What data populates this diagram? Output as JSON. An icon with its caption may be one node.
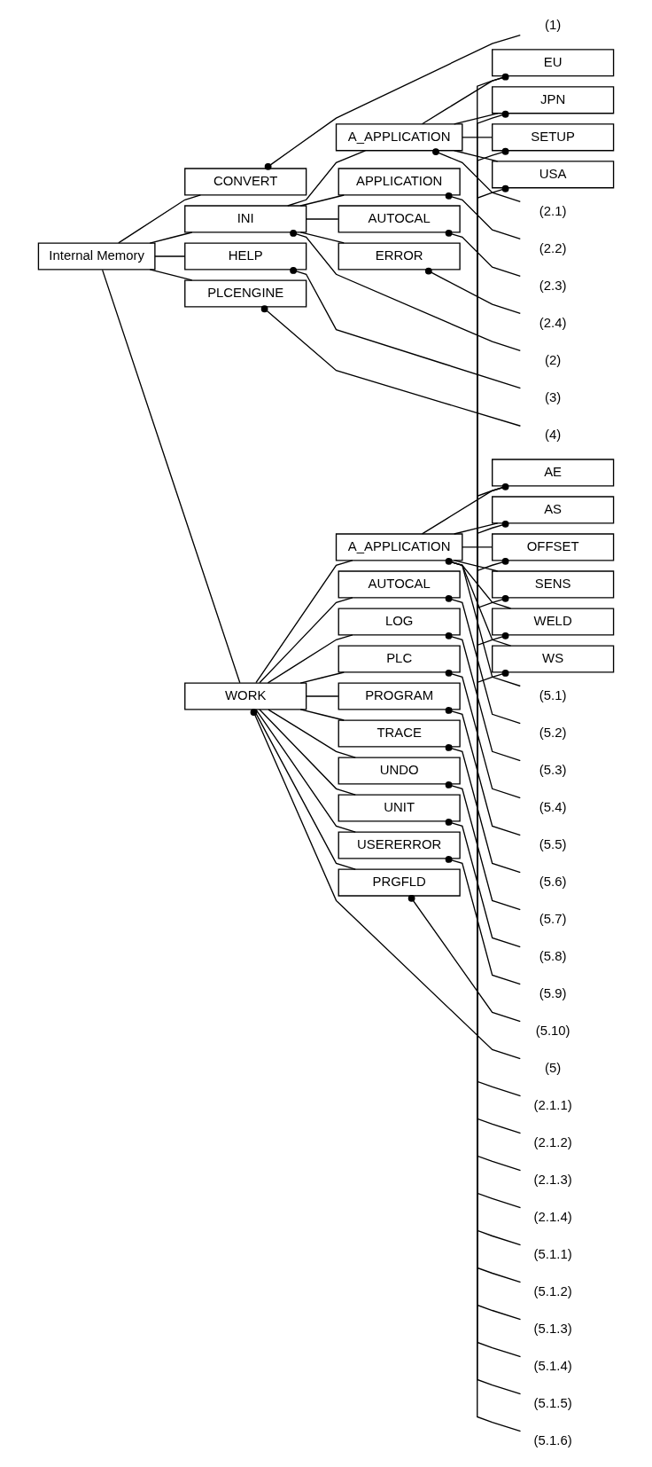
{
  "diagram": {
    "nodes": [
      {
        "text": [
          "Internal Memory"
        ]
      },
      {
        "text": [
          "CONVERT"
        ]
      },
      {
        "text": [
          "(1)"
        ]
      },
      {
        "text": [
          "INI"
        ]
      },
      {
        "text": [
          "(2)"
        ]
      },
      {
        "text": [
          "A_APPLICATION"
        ]
      },
      {
        "text": [
          "(2.1)"
        ]
      },
      {
        "text": [
          "EU"
        ]
      },
      {
        "text": [
          "(2.1.1)"
        ]
      },
      {
        "text": [
          "JPN"
        ]
      },
      {
        "text": [
          "(2.1.2)"
        ]
      },
      {
        "text": [
          "SETUP"
        ]
      },
      {
        "text": [
          "(2.1.3)"
        ]
      },
      {
        "text": [
          "USA"
        ]
      },
      {
        "text": [
          "(2.1.4)"
        ]
      },
      {
        "text": [
          "APPLICATION"
        ]
      },
      {
        "text": [
          "(2.2)"
        ]
      },
      {
        "text": [
          "AUTOCAL"
        ]
      },
      {
        "text": [
          "(2.3)"
        ]
      },
      {
        "text": [
          "ERROR"
        ]
      },
      {
        "text": [
          "(2.4)"
        ]
      },
      {
        "text": [
          "HELP"
        ]
      },
      {
        "text": [
          "(3)"
        ]
      },
      {
        "text": [
          "PLCENGINE"
        ]
      },
      {
        "text": [
          "(4)"
        ]
      },
      {
        "text": [
          "WORK"
        ]
      },
      {
        "text": [
          "(5)"
        ]
      },
      {
        "text": [
          "A_APPLICATION"
        ]
      },
      {
        "text": [
          "(5.1)"
        ]
      },
      {
        "text": [
          "AE"
        ]
      },
      {
        "text": [
          "(5.1.1)"
        ]
      },
      {
        "text": [
          "AS"
        ]
      },
      {
        "text": [
          "(5.1.2)"
        ]
      },
      {
        "text": [
          "OFFSET"
        ]
      },
      {
        "text": [
          "(5.1.3)"
        ]
      },
      {
        "text": [
          "SENS"
        ]
      },
      {
        "text": [
          "(5.1.4)"
        ]
      },
      {
        "text": [
          "WELD"
        ]
      },
      {
        "text": [
          "(5.1.5)"
        ]
      },
      {
        "text": [
          "WS"
        ]
      },
      {
        "text": [
          "(5.1.6)"
        ]
      },
      {
        "text": [
          "AUTOCAL"
        ]
      },
      {
        "text": [
          "(5.2)"
        ]
      },
      {
        "text": [
          "LOG"
        ]
      },
      {
        "text": [
          "(5.3)"
        ]
      },
      {
        "text": [
          "PLC"
        ]
      },
      {
        "text": [
          "(5.4)"
        ]
      },
      {
        "text": [
          "PROGRAM"
        ]
      },
      {
        "text": [
          "(5.5)"
        ]
      },
      {
        "text": [
          "TRACE"
        ]
      },
      {
        "text": [
          "(5.6)"
        ]
      },
      {
        "text": [
          "UNDO"
        ]
      },
      {
        "text": [
          "(5.7)"
        ]
      },
      {
        "text": [
          "UNIT"
        ]
      },
      {
        "text": [
          "(5.8)"
        ]
      },
      {
        "text": [
          "USERERROR"
        ]
      },
      {
        "text": [
          "(5.9)"
        ]
      },
      {
        "text": [
          "PRGFLD"
        ]
      },
      {
        "text": [
          "(5.10)"
        ]
      }
    ],
    "edges": [
      {
        "from": 0,
        "to": 1,
        "arrow": "none"
      },
      {
        "from": 2,
        "to": 1,
        "arrow": "other"
      },
      {
        "from": 0,
        "to": 3,
        "arrow": "none"
      },
      {
        "from": 4,
        "to": 3,
        "arrow": "other"
      },
      {
        "from": 3,
        "to": 5,
        "arrow": "none"
      },
      {
        "from": 6,
        "to": 5,
        "arrow": "other"
      },
      {
        "from": 5,
        "to": 7,
        "arrow": "none"
      },
      {
        "from": 8,
        "to": 7,
        "arrow": "other"
      },
      {
        "from": 5,
        "to": 9,
        "arrow": "none"
      },
      {
        "from": 10,
        "to": 9,
        "arrow": "other"
      },
      {
        "from": 5,
        "to": 11,
        "arrow": "none"
      },
      {
        "from": 12,
        "to": 11,
        "arrow": "other"
      },
      {
        "from": 5,
        "to": 13,
        "arrow": "none"
      },
      {
        "from": 14,
        "to": 13,
        "arrow": "other"
      },
      {
        "from": 3,
        "to": 15,
        "arrow": "none"
      },
      {
        "from": 16,
        "to": 15,
        "arrow": "other"
      },
      {
        "from": 3,
        "to": 17,
        "arrow": "none"
      },
      {
        "from": 18,
        "to": 17,
        "arrow": "other"
      },
      {
        "from": 3,
        "to": 19,
        "arrow": "none"
      },
      {
        "from": 20,
        "to": 19,
        "arrow": "other"
      },
      {
        "from": 0,
        "to": 21,
        "arrow": "none"
      },
      {
        "from": 22,
        "to": 21,
        "arrow": "other"
      },
      {
        "from": 0,
        "to": 23,
        "arrow": "none"
      },
      {
        "from": 24,
        "to": 23,
        "arrow": "other"
      },
      {
        "from": 0,
        "to": 25,
        "arrow": "none"
      },
      {
        "from": 26,
        "to": 25,
        "arrow": "other"
      },
      {
        "from": 25,
        "to": 27,
        "arrow": "none"
      },
      {
        "from": 28,
        "to": 27,
        "arrow": "other"
      },
      {
        "from": 27,
        "to": 29,
        "arrow": "none"
      },
      {
        "from": 30,
        "to": 29,
        "arrow": "other"
      },
      {
        "from": 27,
        "to": 31,
        "arrow": "none"
      },
      {
        "from": 32,
        "to": 31,
        "arrow": "other"
      },
      {
        "from": 27,
        "to": 33,
        "arrow": "none"
      },
      {
        "from": 34,
        "to": 33,
        "arrow": "other"
      },
      {
        "from": 27,
        "to": 35,
        "arrow": "none"
      },
      {
        "from": 36,
        "to": 35,
        "arrow": "other"
      },
      {
        "from": 27,
        "to": 37,
        "arrow": "none"
      },
      {
        "from": 38,
        "to": 37,
        "arrow": "other"
      },
      {
        "from": 27,
        "to": 39,
        "arrow": "none"
      },
      {
        "from": 40,
        "to": 39,
        "arrow": "other"
      },
      {
        "from": 25,
        "to": 41,
        "arrow": "none"
      },
      {
        "from": 42,
        "to": 41,
        "arrow": "other"
      },
      {
        "from": 25,
        "to": 43,
        "arrow": "none"
      },
      {
        "from": 44,
        "to": 43,
        "arrow": "other"
      },
      {
        "from": 25,
        "to": 45,
        "arrow": "none"
      },
      {
        "from": 46,
        "to": 45,
        "arrow": "other"
      },
      {
        "from": 25,
        "to": 47,
        "arrow": "none"
      },
      {
        "from": 48,
        "to": 47,
        "arrow": "other"
      },
      {
        "from": 25,
        "to": 49,
        "arrow": "none"
      },
      {
        "from": 50,
        "to": 49,
        "arrow": "other"
      },
      {
        "from": 25,
        "to": 51,
        "arrow": "none"
      },
      {
        "from": 52,
        "to": 51,
        "arrow": "other"
      },
      {
        "from": 25,
        "to": 53,
        "arrow": "none"
      },
      {
        "from": 54,
        "to": 53,
        "arrow": "other"
      },
      {
        "from": 25,
        "to": 55,
        "arrow": "none"
      },
      {
        "from": 56,
        "to": 55,
        "arrow": "other"
      },
      {
        "from": 25,
        "to": 57,
        "arrow": "none"
      },
      {
        "from": 58,
        "to": 57,
        "arrow": "other"
      }
    ]
  }
}
